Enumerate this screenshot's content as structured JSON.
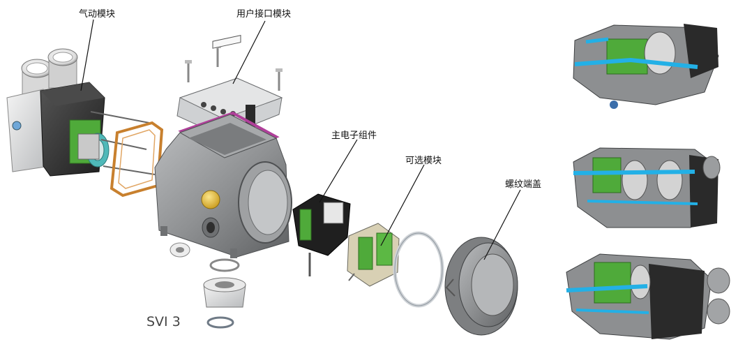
{
  "labels": {
    "pneumatic_module": "气动模块",
    "user_interface_module": "用户接口模块",
    "main_electronics": "主电子组件",
    "optional_module": "可选模块",
    "threaded_end_cap": "螺纹端盖"
  },
  "model_name": "SVI 3",
  "colors": {
    "cutaway_cyan": "#23b0e6",
    "pcb_green": "#4faa3a",
    "gasket_magenta": "#b0409a",
    "gasket_orange": "#c8802e",
    "knob_yellow": "#e8c23a",
    "housing_grey": "#8a8c8e",
    "block_black": "#2a2a2a"
  }
}
